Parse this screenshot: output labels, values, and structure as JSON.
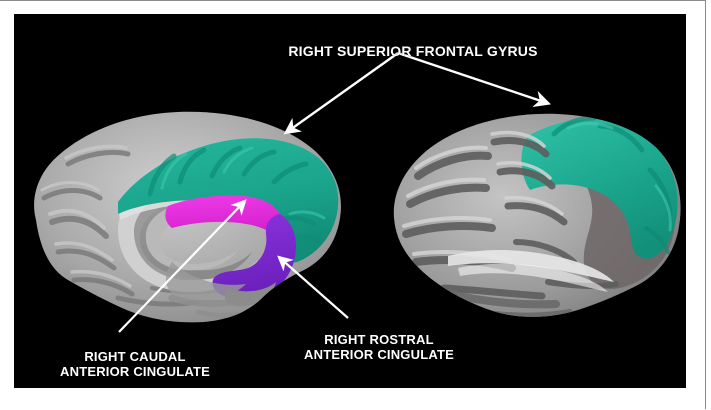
{
  "figure": {
    "background_color": "#000000",
    "page_color": "#ffffff",
    "border_color": "#8a8a8a"
  },
  "annotations": {
    "title": {
      "text": "RIGHT SUPERIOR FRONTAL GYRUS",
      "color": "#ffffff"
    },
    "caudal": {
      "line1": "RIGHT CAUDAL",
      "line2": "ANTERIOR CINGULATE",
      "color": "#ffffff"
    },
    "rostral": {
      "line1": "RIGHT ROSTRAL",
      "line2": "ANTERIOR CINGULATE",
      "color": "#ffffff"
    }
  },
  "regions": [
    {
      "name": "right-superior-frontal-gyrus",
      "label": "RIGHT SUPERIOR FRONTAL GYRUS",
      "color": "#1aa48c",
      "views": [
        "medial",
        "lateral"
      ]
    },
    {
      "name": "right-caudal-anterior-cingulate",
      "label": "RIGHT CAUDAL ANTERIOR CINGULATE",
      "color": "#e024d8",
      "views": [
        "medial"
      ]
    },
    {
      "name": "right-rostral-anterior-cingulate",
      "label": "RIGHT ROSTRAL ANTERIOR CINGULATE",
      "color": "#7a28cc",
      "views": [
        "medial"
      ]
    }
  ],
  "views": [
    {
      "name": "medial-surface-right-hemisphere",
      "position": "left"
    },
    {
      "name": "lateral-surface-right-hemisphere",
      "position": "right"
    }
  ],
  "arrows": [
    {
      "name": "superior-frontal-gyrus-arrow-left",
      "points_to": "medial-teal-region"
    },
    {
      "name": "superior-frontal-gyrus-arrow-right",
      "points_to": "lateral-teal-region"
    },
    {
      "name": "caudal-anterior-cingulate-arrow",
      "points_to": "magenta-region"
    },
    {
      "name": "rostral-anterior-cingulate-arrow",
      "points_to": "purple-region"
    }
  ]
}
